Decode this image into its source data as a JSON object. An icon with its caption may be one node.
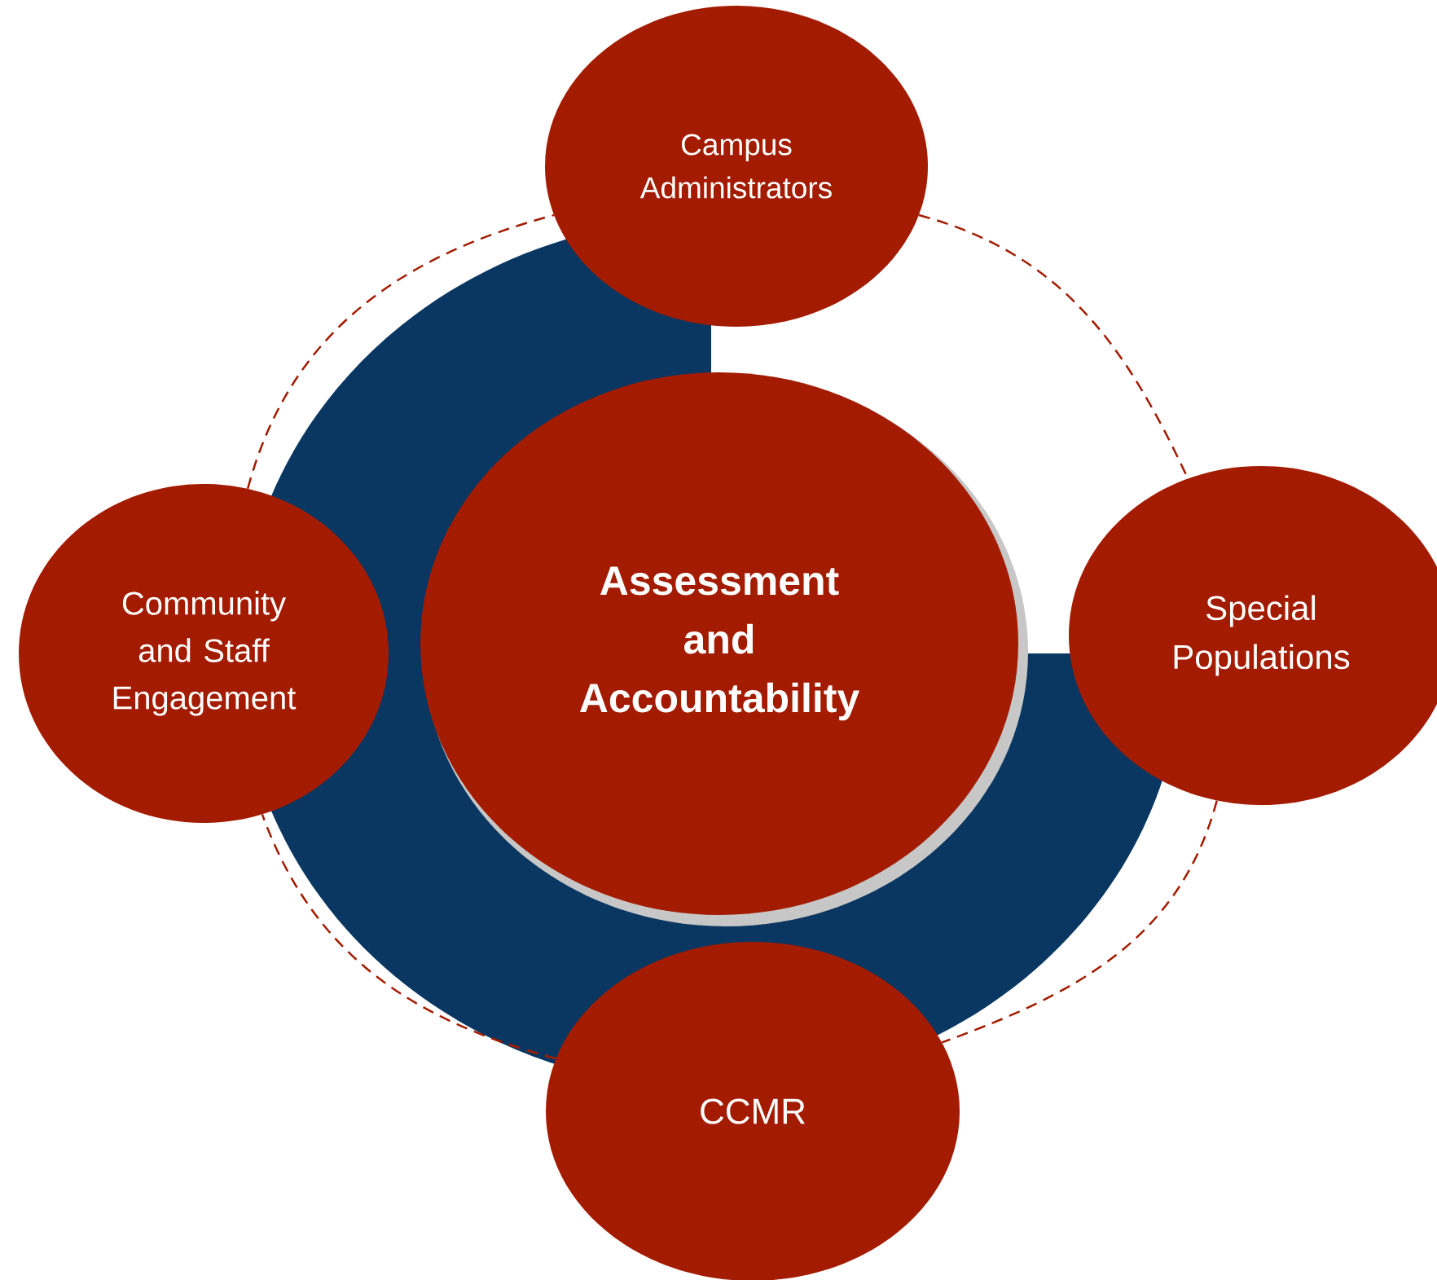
{
  "diagram": {
    "nodes": [
      {
        "text": [
          "Campus Administrators"
        ]
      },
      {
        "text": [
          "Community and Staff Engagement"
        ]
      },
      {
        "text": [
          "Assessment and Accountability"
        ]
      },
      {
        "text": [
          "Special Populations"
        ]
      },
      {
        "text": [
          "CCMR"
        ]
      }
    ],
    "edges": [
      {
        "from": 0,
        "to": 3,
        "arrow": "none",
        "style": "dashed"
      },
      {
        "from": 3,
        "to": 4,
        "arrow": "none",
        "style": "dashed"
      },
      {
        "from": 4,
        "to": 1,
        "arrow": "none",
        "style": "dashed"
      },
      {
        "from": 1,
        "to": 0,
        "arrow": "none",
        "style": "dashed"
      }
    ]
  }
}
